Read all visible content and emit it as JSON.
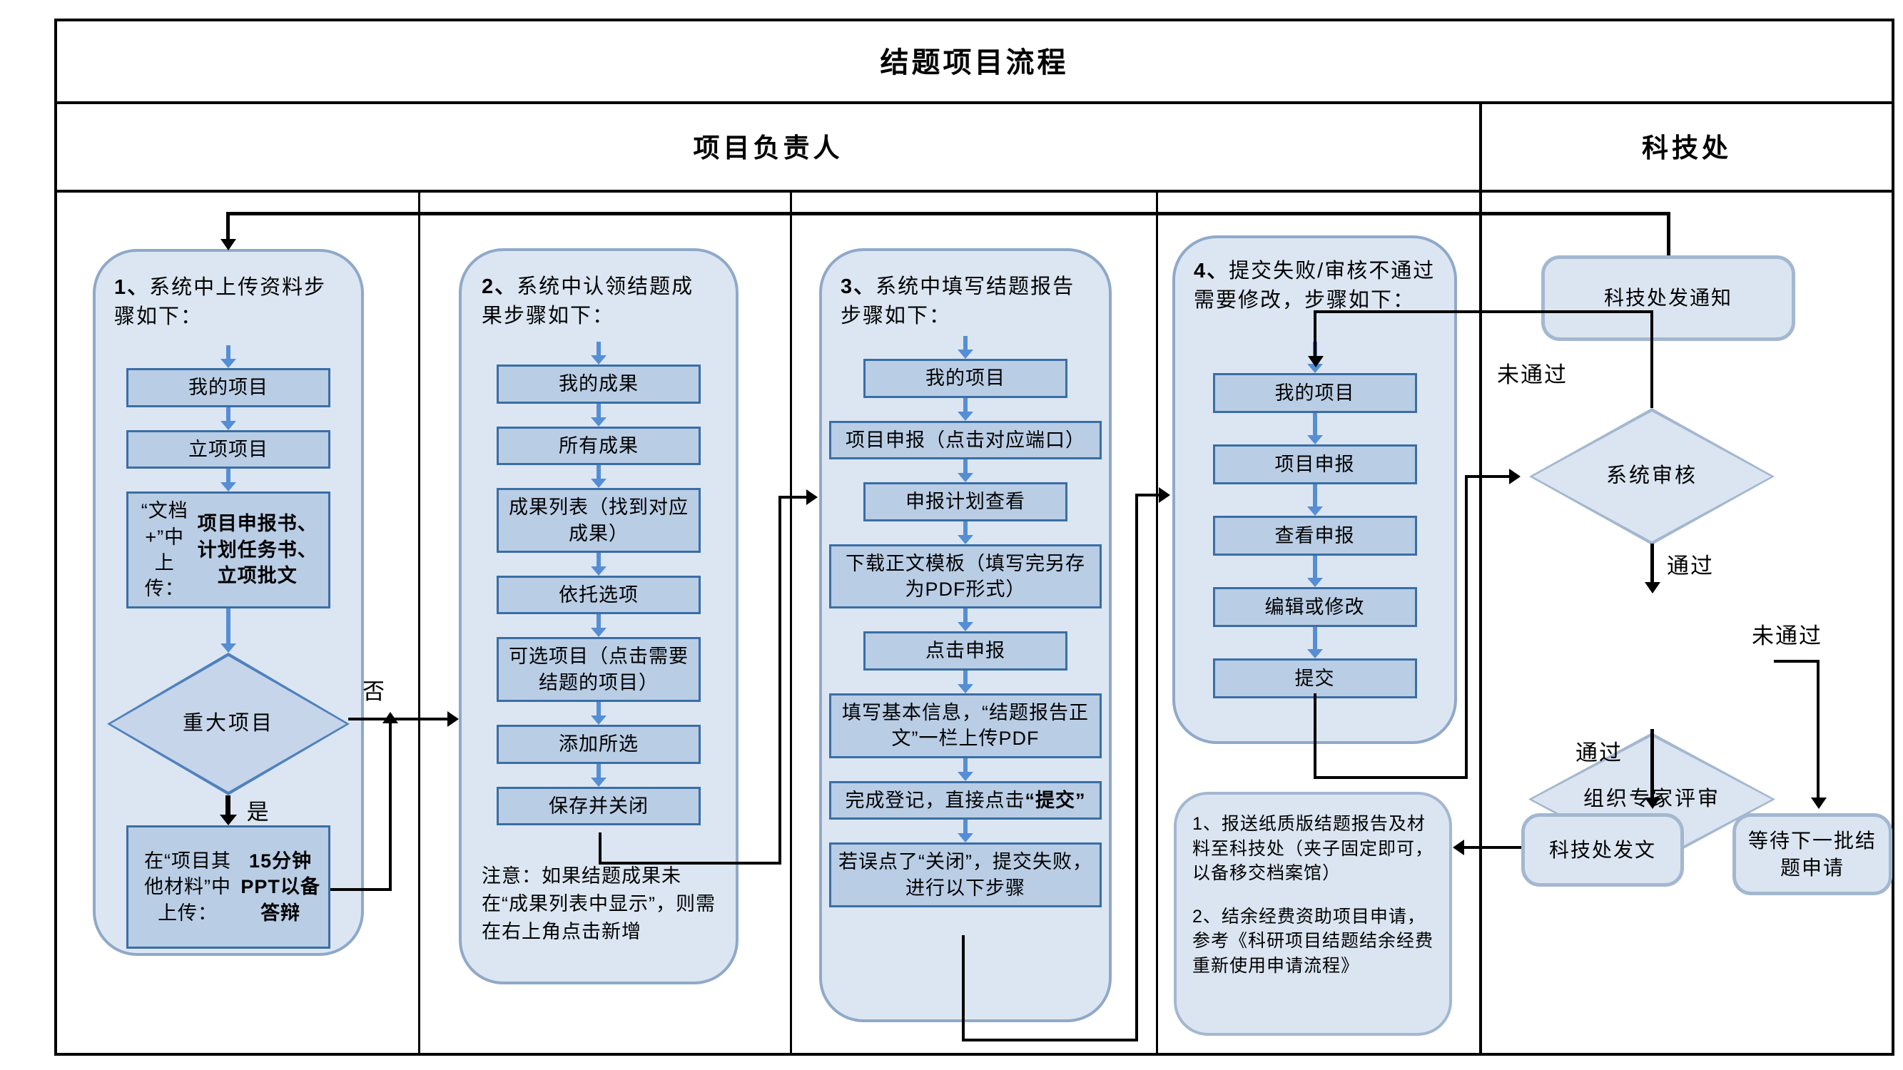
{
  "title": "结题项目流程",
  "lanes": {
    "main": "项目负责人",
    "right": "科技处"
  },
  "labels": {
    "yes": "是",
    "no": "否",
    "pass": "通过",
    "fail": "未通过"
  },
  "groups": [
    {
      "header": [
        {
          "t": "1、",
          "b": true
        },
        {
          "t": "系统中上传资料步骤如下："
        }
      ],
      "steps": [
        {
          "segments": [
            {
              "t": "我的项目"
            }
          ]
        },
        {
          "segments": [
            {
              "t": "立项项目"
            }
          ]
        },
        {
          "segments": [
            {
              "t": "“文档+”中上传："
            },
            {
              "t": "项目申报书、计划任务书、立项批文",
              "b": true
            }
          ]
        }
      ],
      "decision": "重大项目",
      "final_step": {
        "segments": [
          {
            "t": "在“项目其他材料”中上传："
          },
          {
            "t": "15分钟PPT以备答辩",
            "b": true
          }
        ]
      }
    },
    {
      "header": [
        {
          "t": "2、",
          "b": true
        },
        {
          "t": "系统中认领结题成果步骤如下："
        }
      ],
      "steps": [
        {
          "segments": [
            {
              "t": "我的成果"
            }
          ]
        },
        {
          "segments": [
            {
              "t": "所有成果"
            }
          ]
        },
        {
          "segments": [
            {
              "t": "成果列表（找到对应成果）"
            }
          ]
        },
        {
          "segments": [
            {
              "t": "依托选项"
            }
          ]
        },
        {
          "segments": [
            {
              "t": "可选项目（点击需要结题的项目）"
            }
          ]
        },
        {
          "segments": [
            {
              "t": "添加所选"
            }
          ]
        },
        {
          "segments": [
            {
              "t": "保存并关闭"
            }
          ]
        }
      ],
      "note": "注意：如果结题成果未在“成果列表中显示”，则需在右上角点击新增"
    },
    {
      "header": [
        {
          "t": "3、",
          "b": true
        },
        {
          "t": "系统中填写结题报告步骤如下："
        }
      ],
      "steps": [
        {
          "segments": [
            {
              "t": "我的项目"
            }
          ]
        },
        {
          "wide": true,
          "segments": [
            {
              "t": "项目申报（点击对应端口）"
            }
          ]
        },
        {
          "segments": [
            {
              "t": "申报计划查看"
            }
          ]
        },
        {
          "wide": true,
          "segments": [
            {
              "t": "下载正文模板（填写完另存为PDF形式）"
            }
          ]
        },
        {
          "segments": [
            {
              "t": "点击申报"
            }
          ]
        },
        {
          "wide": true,
          "segments": [
            {
              "t": "填写基本信息，“结题报告正文”一栏上传PDF"
            }
          ]
        },
        {
          "wide": true,
          "segments": [
            {
              "t": "完成登记，直接点击"
            },
            {
              "t": "“提交”",
              "b": true
            }
          ]
        },
        {
          "wide": true,
          "segments": [
            {
              "t": "若误点了“关闭”，提交失败，进行以下步骤"
            }
          ]
        }
      ]
    },
    {
      "header": [
        {
          "t": "4、",
          "b": true
        },
        {
          "t": "提交失败/审核不通过需要修改，步骤如下："
        }
      ],
      "steps": [
        {
          "segments": [
            {
              "t": "我的项目"
            }
          ]
        },
        {
          "segments": [
            {
              "t": "项目申报"
            }
          ]
        },
        {
          "segments": [
            {
              "t": "查看申报"
            }
          ]
        },
        {
          "segments": [
            {
              "t": "编辑或修改"
            }
          ]
        },
        {
          "segments": [
            {
              "t": "提交"
            }
          ]
        }
      ]
    }
  ],
  "side_note": {
    "p1": "1、报送纸质版结题报告及材料至科技处（夹子固定即可，以备移交档案馆）",
    "p2": "2、结余经费资助项目申请，参考《科研项目结题结余经费重新使用申请流程》"
  },
  "right_lane": {
    "notice": "科技处发通知",
    "system_review": "系统审核",
    "expert_review": "组织专家评审",
    "issue_document": "科技处发文",
    "wait_next": "等待下一批结题申请"
  },
  "colors": {
    "group_fill": "#dce6f2",
    "group_border": "#8fa9c8",
    "box_fill": "#b9cde5",
    "box_border": "#3a6ea5",
    "decision_fill": "#c6d5ea",
    "decision_border": "#4f81bd",
    "side_fill": "#dbe5f1",
    "side_border": "#a3b7d0",
    "arrow_blue": "#558ed5"
  }
}
